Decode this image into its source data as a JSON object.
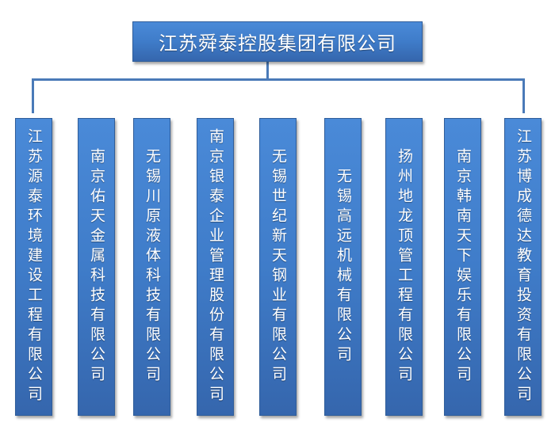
{
  "root": {
    "label": "江苏舜泰控股集团有限公司"
  },
  "children": [
    {
      "label": "江苏源泰环境建设工程有限公司"
    },
    {
      "label": "南京佑天金属科技有限公司"
    },
    {
      "label": "无锡川原液体科技有限公司"
    },
    {
      "label": "南京银泰企业管理股份有限公司"
    },
    {
      "label": "无锡世纪新天钢业有限公司"
    },
    {
      "label": "无锡高远机械有限公司"
    },
    {
      "label": "扬州地龙顶管工程有限公司"
    },
    {
      "label": "南京韩南天下娱乐有限公司"
    },
    {
      "label": "江苏博成德达教育投资有限公司"
    }
  ],
  "colors": {
    "box": "#3f7cc9",
    "line": "#4a7ab8",
    "text": "#ffffff"
  }
}
